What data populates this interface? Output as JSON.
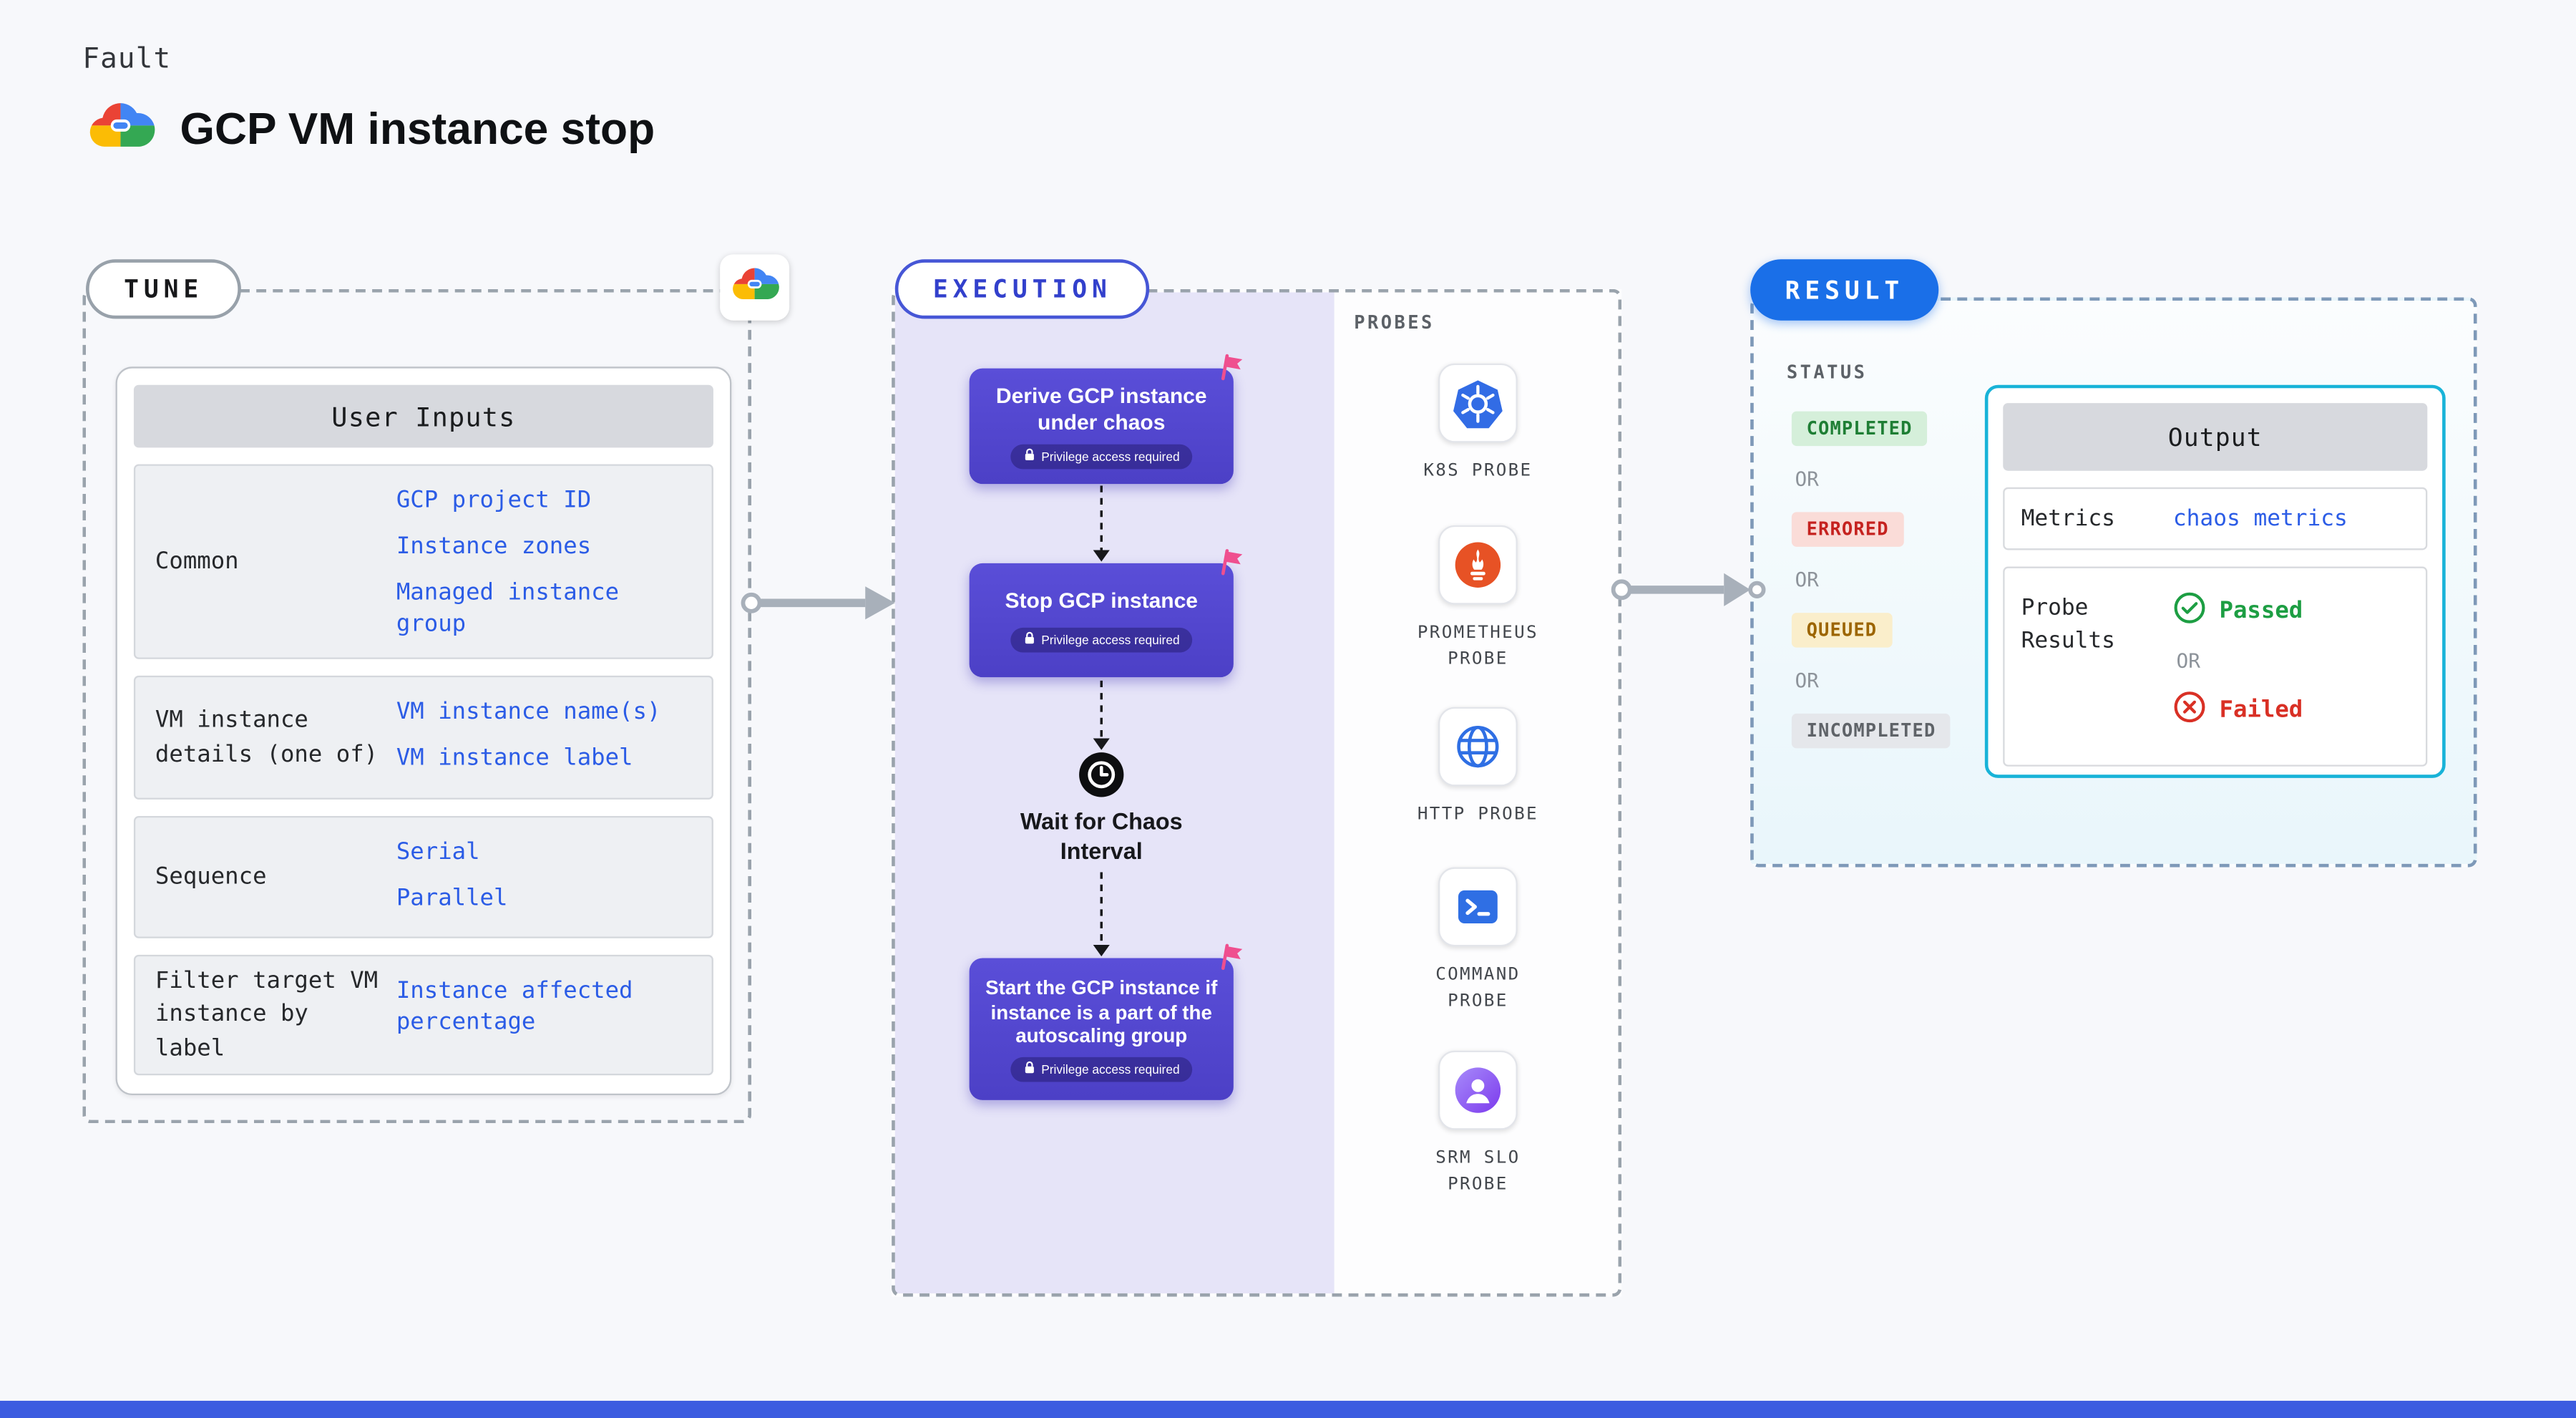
{
  "page": {
    "kicker": "Fault",
    "title": "GCP VM instance stop"
  },
  "tune": {
    "label": "TUNE",
    "table": {
      "header": "User Inputs",
      "rows": [
        {
          "label": "Common",
          "values": [
            "GCP project ID",
            "Instance zones",
            "Managed instance group"
          ]
        },
        {
          "label": "VM instance details (one of)",
          "values": [
            "VM instance name(s)",
            "VM instance label"
          ]
        },
        {
          "label": "Sequence",
          "values": [
            "Serial",
            "Parallel"
          ]
        },
        {
          "label": "Filter target VM instance by label",
          "values": [
            "Instance affected percentage"
          ]
        }
      ]
    }
  },
  "execution": {
    "label": "EXECUTION",
    "steps": [
      {
        "title": "Derive GCP instance under chaos",
        "badge": "Privilege access required"
      },
      {
        "title": "Stop GCP instance",
        "badge": "Privilege access required"
      },
      {
        "title": "Wait for Chaos Interval",
        "type": "wait"
      },
      {
        "title": "Start the GCP instance if instance is a part of the autoscaling group",
        "badge": "Privilege access required"
      }
    ],
    "probes": {
      "label": "PROBES",
      "items": [
        {
          "name": "K8S PROBE",
          "icon": "kubernetes-icon"
        },
        {
          "name": "PROMETHEUS PROBE",
          "icon": "prometheus-icon"
        },
        {
          "name": "HTTP PROBE",
          "icon": "http-globe-icon"
        },
        {
          "name": "COMMAND PROBE",
          "icon": "terminal-icon"
        },
        {
          "name": "SRM SLO PROBE",
          "icon": "user-gauge-icon"
        }
      ]
    }
  },
  "result": {
    "label": "RESULT",
    "status": {
      "label": "STATUS",
      "or": "OR",
      "badges": [
        {
          "text": "COMPLETED",
          "kind": "success"
        },
        {
          "text": "ERRORED",
          "kind": "error"
        },
        {
          "text": "QUEUED",
          "kind": "warning"
        },
        {
          "text": "INCOMPLETED",
          "kind": "neutral"
        }
      ]
    },
    "output": {
      "header": "Output",
      "metrics_label": "Metrics",
      "metrics_value": "chaos metrics",
      "probe_results_label": "Probe Results",
      "passed": "Passed",
      "or": "OR",
      "failed": "Failed"
    }
  },
  "colors": {
    "accent_purple": "#5348d0",
    "value_blue": "#2b5ce6",
    "result_blue": "#1a6fe8",
    "output_border": "#18b3d8",
    "success": "#1e7e34",
    "error": "#c5221f",
    "warning": "#9c6500",
    "neutral": "#5f6368"
  }
}
